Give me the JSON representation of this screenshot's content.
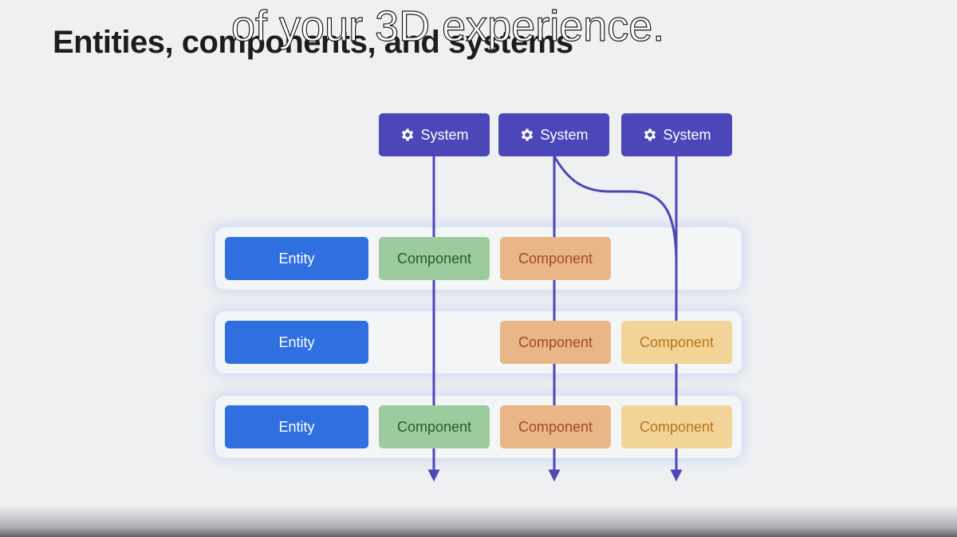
{
  "slide": {
    "title": "Entities, components, and systems"
  },
  "caption": {
    "text": "of your 3D experience."
  },
  "systems": [
    {
      "label": "System",
      "icon": "gear-icon"
    },
    {
      "label": "System",
      "icon": "gear-icon"
    },
    {
      "label": "System",
      "icon": "gear-icon"
    }
  ],
  "rows": [
    {
      "entity": "Entity",
      "components": [
        {
          "label": "Component",
          "color": "green"
        },
        {
          "label": "Component",
          "color": "orange"
        },
        null
      ]
    },
    {
      "entity": "Entity",
      "components": [
        null,
        {
          "label": "Component",
          "color": "orange"
        },
        {
          "label": "Component",
          "color": "yellow"
        }
      ]
    },
    {
      "entity": "Entity",
      "components": [
        {
          "label": "Component",
          "color": "green"
        },
        {
          "label": "Component",
          "color": "orange"
        },
        {
          "label": "Component",
          "color": "yellow"
        }
      ]
    }
  ],
  "colors": {
    "entity": "#2f6fe0",
    "system": "#4b47b8",
    "component_green": "#9ccc9e",
    "component_orange": "#e9b688",
    "component_yellow": "#f3d498",
    "arrow": "#4b47b8"
  }
}
